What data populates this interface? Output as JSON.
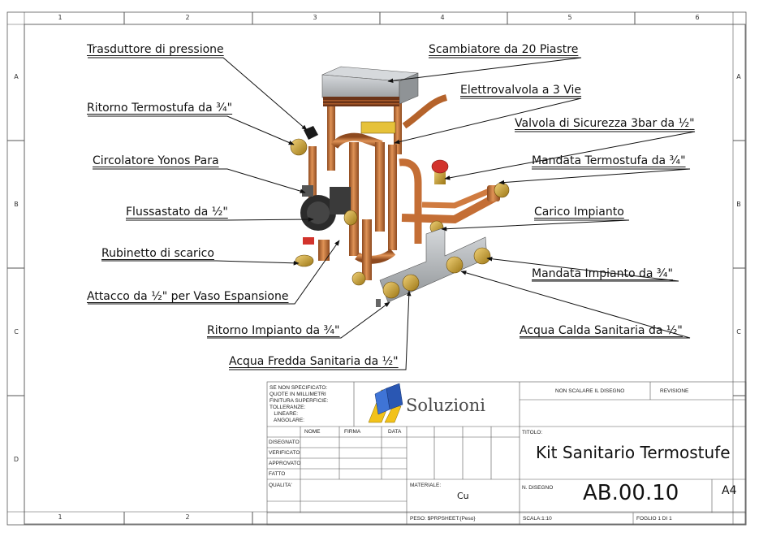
{
  "zones_top": [
    "1",
    "2",
    "3",
    "4",
    "5",
    "6"
  ],
  "zones_bottom": [
    "1",
    "2"
  ],
  "zones_side": [
    "A",
    "B",
    "C",
    "D"
  ],
  "callouts": {
    "trasduttore": "Trasduttore di pressione",
    "scambiatore": "Scambiatore da 20 Piastre",
    "ritorno_termostufa": "Ritorno Termostufa da ¾\"",
    "elettrovalvola": "Elettrovalvola a 3 Vie",
    "valvola_sicurezza": "Valvola di Sicurezza 3bar da ½\"",
    "circolatore": "Circolatore Yonos Para",
    "mandata_termostufa": "Mandata Termostufa da ¾\"",
    "flussastato": "Flussastato da ½\"",
    "carico": "Carico Impianto",
    "rubinetto": "Rubinetto di scarico",
    "mandata_impianto": "Mandata Impianto da ¾\"",
    "attacco": "Attacco da ½\" per Vaso Espansione",
    "ritorno_impianto": "Ritorno Impianto da ¾\"",
    "acqua_calda": "Acqua Calda Sanitaria da ½\"",
    "acqua_fredda": "Acqua Fredda Sanitaria da ½\""
  },
  "title_block": {
    "notes": [
      "SE NON SPECIFICATO:",
      "QUOTE IN MILLIMETRI",
      "FINITURA SUPERFICIE:",
      "TOLLERANZE:",
      "   LINEARE:",
      "   ANGOLARE:"
    ],
    "logo_text": "Soluzioni",
    "no_scale": "NON SCALARE IL DISEGNO",
    "revision": "REVISIONE",
    "col_nome": "NOME",
    "col_firma": "FIRMA",
    "col_data": "DATA",
    "rows": [
      "DISEGNATO",
      "VERIFICATO",
      "APPROVATO",
      "FATTO",
      "QUALITA'"
    ],
    "title_label": "TITOLO:",
    "title": "Kit Sanitario Termostufe",
    "material_label": "MATERIALE:",
    "material": "Cu",
    "drawing_no_label": "N. DISEGNO",
    "drawing_no": "AB.00.10",
    "sheet_size": "A4",
    "weight": "PESO: $PRPSHEET:{Peso}",
    "scale": "SCALA:1:10",
    "sheet": "FOGLIO 1 DI 1"
  },
  "colors": {
    "copper": "#c8733a",
    "copper_dark": "#8e4a1f",
    "brass": "#c9a23a",
    "steel": "#a8acb0",
    "logo_yellow": "#f2c21a",
    "logo_blue": "#2a57b3",
    "logo_text": "#4a4a4a"
  }
}
